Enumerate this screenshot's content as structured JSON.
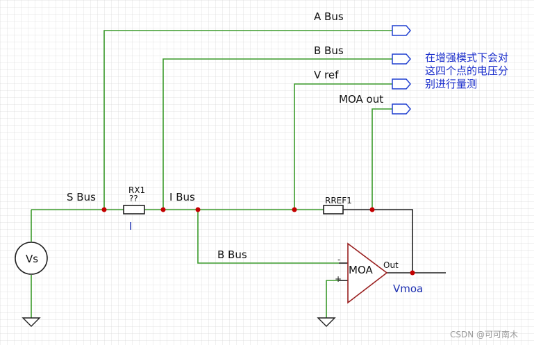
{
  "labels": {
    "a_bus": "A Bus",
    "b_bus_top": "B Bus",
    "v_ref": "V ref",
    "moa_out": "MOA out",
    "s_bus": "S Bus",
    "i_bus": "I Bus",
    "b_bus_bottom": "B Bus",
    "rx1_name": "RX1",
    "rx1_value": "??",
    "current_label": "I",
    "rref1": "RREF1",
    "vs": "Vs",
    "moa": "MOA",
    "out": "Out",
    "minus": "-",
    "plus": "+",
    "vmoa": "Vmoa"
  },
  "note_lines": [
    "在增强模式下会对",
    "这四个点的电压分",
    "别进行量测"
  ],
  "watermark": "CSDN @可可南木",
  "colors": {
    "wire": "#3a9a2a",
    "black_wire": "#1f1f1f",
    "junction": "#c40000",
    "port": "#1f3fd0",
    "opamp": "#9a2020",
    "note": "#1c2fcc"
  }
}
